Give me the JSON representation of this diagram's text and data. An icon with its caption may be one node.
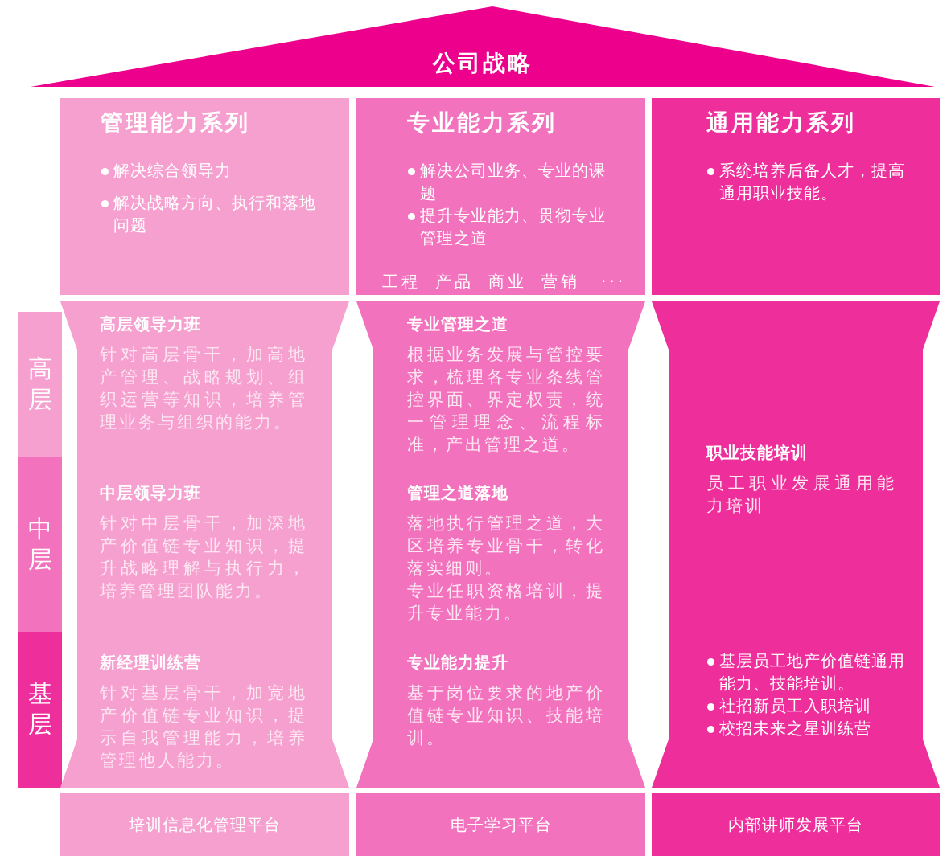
{
  "diagram": {
    "nodes": [
      {
        "text": [
          "公司战略"
        ]
      },
      {
        "text": [
          "管理能力系列",
          "解决综合领导力",
          "解决战略方向、执行和落地问题"
        ]
      },
      {
        "text": [
          "专业能力系列",
          "解决公司业务、专业的课题",
          "提升专业能力、贯彻专业管理之道",
          "工程",
          "产品",
          "商业",
          "营销",
          "···"
        ]
      },
      {
        "text": [
          "通用能力系列",
          "系统培养后备人才，提高通用职业技能。"
        ]
      },
      {
        "text": [
          "高层"
        ]
      },
      {
        "text": [
          "中层"
        ]
      },
      {
        "text": [
          "基层"
        ]
      },
      {
        "text": [
          "高层领导力班",
          "针对高层骨干，加高地产管理、战略规划、组织运营等知识，培养管理业务与组织的能力。",
          "中层领导力班",
          "针对中层骨干，加深地产价值链专业知识，提升战略理解与执行力，培养管理团队能力。",
          "新经理训练营",
          "针对基层骨干，加宽地产价值链专业知识，提示自我管理能力，培养管理他人能力。"
        ]
      },
      {
        "text": [
          "专业管理之道",
          "根据业务发展与管控要求，梳理各专业条线管控界面、界定权责，统一管理理念、流程标准，产出管理之道。",
          "管理之道落地",
          "落地执行管理之道，大区培养专业骨干，转化落实细则。",
          "专业任职资格培训，提升专业能力。",
          "专业能力提升",
          "基于岗位要求的地产价值链专业知识、技能培训。"
        ]
      },
      {
        "text": [
          "职业技能培训",
          "员工职业发展通用能力培训",
          "基层员工地产价值链通用能力、技能培训。",
          "社招新员工入职培训",
          "校招未来之星训练营"
        ]
      },
      {
        "text": [
          "培训信息化管理平台"
        ]
      },
      {
        "text": [
          "电子学习平台"
        ]
      },
      {
        "text": [
          "内部讲师发展平台"
        ]
      }
    ]
  }
}
